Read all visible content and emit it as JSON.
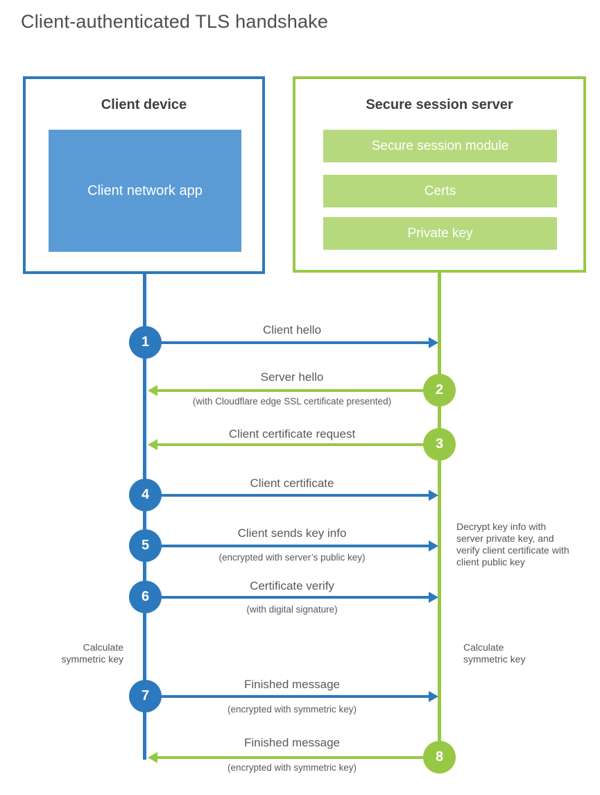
{
  "title": "Client-authenticated TLS handshake",
  "client": {
    "title": "Client device",
    "app_label": "Client network app"
  },
  "server": {
    "title": "Secure session server",
    "modules": [
      "Secure session module",
      "Certs",
      "Private key"
    ]
  },
  "steps": [
    {
      "num": "1",
      "from": "client",
      "direction": "right",
      "label": "Client hello",
      "sublabel": ""
    },
    {
      "num": "2",
      "from": "server",
      "direction": "left",
      "label": "Server hello",
      "sublabel": "(with Cloudflare edge SSL certificate presented)"
    },
    {
      "num": "3",
      "from": "server",
      "direction": "left",
      "label": "Client certificate request",
      "sublabel": ""
    },
    {
      "num": "4",
      "from": "client",
      "direction": "right",
      "label": "Client certificate",
      "sublabel": ""
    },
    {
      "num": "5",
      "from": "client",
      "direction": "right",
      "label": "Client sends key info",
      "sublabel": "(encrypted with server’s public key)"
    },
    {
      "num": "6",
      "from": "client",
      "direction": "right",
      "label": "Certificate verify",
      "sublabel": "(with digital signature)"
    },
    {
      "num": "7",
      "from": "client",
      "direction": "right",
      "label": "Finished message",
      "sublabel": "(encrypted with symmetric key)"
    },
    {
      "num": "8",
      "from": "server",
      "direction": "left",
      "label": "Finished message",
      "sublabel": "(encrypted with symmetric key)"
    }
  ],
  "annotations": {
    "decrypt_note": "Decrypt key info with server private key, and verify client certificate with client public key",
    "calc_left": "Calculate symmetric key",
    "calc_right": "Calculate symmetric key"
  },
  "colors": {
    "blue": "#2d79bd",
    "blue_light": "#5b9bd5",
    "green": "#97c845",
    "green_light": "#b6d97e",
    "title_text": "#4d4d4d",
    "heading_text": "#3f3f3f",
    "body_text": "#58595b"
  }
}
